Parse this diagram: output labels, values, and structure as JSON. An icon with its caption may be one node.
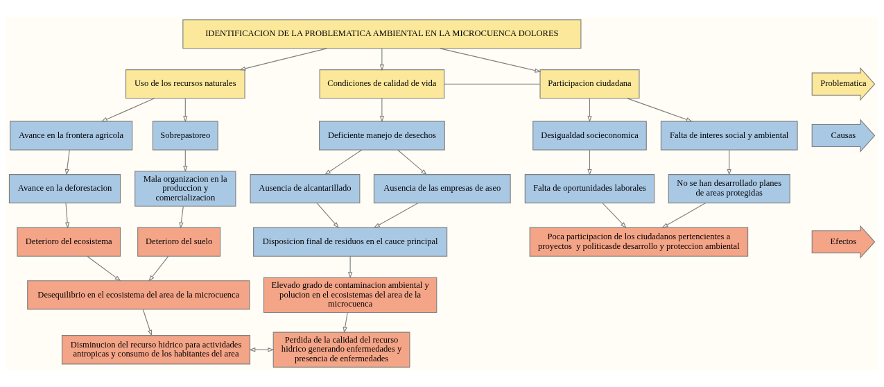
{
  "diagram": {
    "nodes": [
      {
        "text": [
          "IDENTIFICACION DE LA PROBLEMATICA AMBIENTAL EN LA MICROCUENCA DOLORES"
        ]
      },
      {
        "text": [
          "Problematica"
        ]
      },
      {
        "text": [
          "Causas"
        ]
      },
      {
        "text": [
          "Efectos"
        ]
      },
      {
        "text": [
          "Uso de los recursos naturales"
        ]
      },
      {
        "text": [
          "Condiciones de calidad de vida"
        ]
      },
      {
        "text": [
          "Participacion ciudadana"
        ]
      },
      {
        "text": [
          "Avance en la frontera agricola"
        ]
      },
      {
        "text": [
          "Sobrepastoreo"
        ]
      },
      {
        "text": [
          "Deficiente manejo de desechos"
        ]
      },
      {
        "text": [
          "Desigualdad socieconomica"
        ]
      },
      {
        "text": [
          "Falta de interes social y ambiental"
        ]
      },
      {
        "text": [
          "Avance en la deforestacion"
        ]
      },
      {
        "text": [
          "Mala organizacion en la produccion y comercializacion"
        ]
      },
      {
        "text": [
          "Ausencia de alcantarillado"
        ]
      },
      {
        "text": [
          "Ausencia de las empresas de aseo"
        ]
      },
      {
        "text": [
          "Falta de oportunidades laborales"
        ]
      },
      {
        "text": [
          "No se han desarrollado planes de areas protegidas"
        ]
      },
      {
        "text": [
          "Deterioro del ecosistema"
        ]
      },
      {
        "text": [
          "Deterioro del suelo"
        ]
      },
      {
        "text": [
          "Disposicion final de residuos en el cauce principal"
        ]
      },
      {
        "text": [
          "Poca participacion de los ciudadanos pertencientes a proyectos  y politicasde desarrollo y proteccion ambiental"
        ]
      },
      {
        "text": [
          "Desequilibrio en el ecosistema del area de la microcuenca"
        ]
      },
      {
        "text": [
          "Elevado grado de contaminacion ambiental y polucion en el ecosistemas del area de la microcuenca"
        ]
      },
      {
        "text": [
          "Disminucion del recurso hidrico para actividades  antropicas y consumo de los habitantes del area"
        ]
      },
      {
        "text": [
          "Perdida de la calidad del recurso hidrico generando enfermedades y presencia de enfermedades"
        ]
      }
    ],
    "edges": [
      {
        "from": 0,
        "to": 4,
        "arrow": "to"
      },
      {
        "from": 0,
        "to": 5,
        "arrow": "to"
      },
      {
        "from": 0,
        "to": 6,
        "arrow": "to"
      },
      {
        "from": 5,
        "to": 6,
        "arrow": "none"
      },
      {
        "from": 4,
        "to": 7,
        "arrow": "to"
      },
      {
        "from": 4,
        "to": 8,
        "arrow": "to"
      },
      {
        "from": 5,
        "to": 9,
        "arrow": "to"
      },
      {
        "from": 6,
        "to": 10,
        "arrow": "to"
      },
      {
        "from": 6,
        "to": 11,
        "arrow": "to"
      },
      {
        "from": 7,
        "to": 12,
        "arrow": "to"
      },
      {
        "from": 8,
        "to": 13,
        "arrow": "to"
      },
      {
        "from": 9,
        "to": 14,
        "arrow": "to"
      },
      {
        "from": 9,
        "to": 15,
        "arrow": "to"
      },
      {
        "from": 10,
        "to": 16,
        "arrow": "to"
      },
      {
        "from": 11,
        "to": 17,
        "arrow": "to"
      },
      {
        "from": 12,
        "to": 18,
        "arrow": "to"
      },
      {
        "from": 13,
        "to": 19,
        "arrow": "to"
      },
      {
        "from": 14,
        "to": 20,
        "arrow": "to"
      },
      {
        "from": 15,
        "to": 20,
        "arrow": "to"
      },
      {
        "from": 16,
        "to": 21,
        "arrow": "to"
      },
      {
        "from": 17,
        "to": 21,
        "arrow": "to"
      },
      {
        "from": 18,
        "to": 22,
        "arrow": "to"
      },
      {
        "from": 19,
        "to": 22,
        "arrow": "to"
      },
      {
        "from": 22,
        "to": 24,
        "arrow": "to"
      },
      {
        "from": 20,
        "to": 23,
        "arrow": "to"
      },
      {
        "from": 23,
        "to": 25,
        "arrow": "to"
      },
      {
        "from": 24,
        "to": 25,
        "arrow": "both"
      }
    ]
  }
}
